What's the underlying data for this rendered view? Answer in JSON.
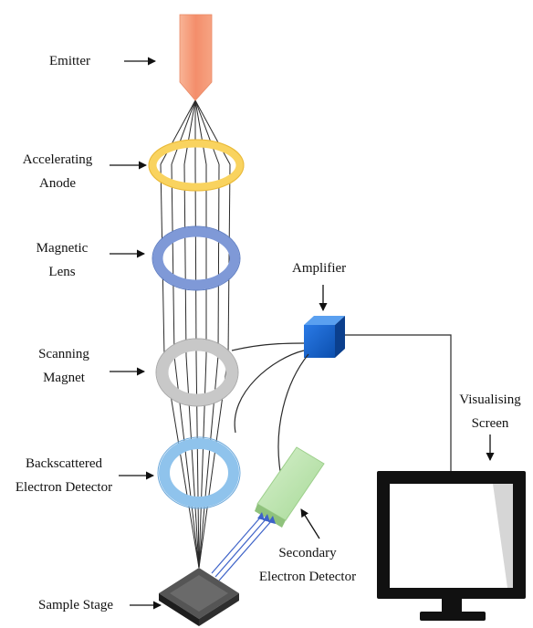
{
  "labels": {
    "emitter": "Emitter",
    "accelerating_anode": [
      "Accelerating",
      "Anode"
    ],
    "magnetic_lens": [
      "Magnetic",
      "Lens"
    ],
    "amplifier": "Amplifier",
    "scanning_magnet": [
      "Scanning",
      "Magnet"
    ],
    "visualising_screen": [
      "Visualising",
      "Screen"
    ],
    "backscattered_detector": [
      "Backscattered",
      "Electron Detector"
    ],
    "secondary_detector": [
      "Secondary",
      "Electron Detector"
    ],
    "sample_stage": "Sample Stage"
  },
  "colors": {
    "emitter": "#f6a07f",
    "anode": "#f9d35f",
    "magnetic_lens": "#7f99d7",
    "scanning_magnet": "#c8c8c8",
    "backscatter_ring": "#8fc3ec",
    "amplifier": "#1460c8",
    "secondary_detector": "#b7e2a6",
    "monitor_frame": "#111111",
    "sample_stage": "#3a3a3a",
    "beam": "#222222"
  }
}
